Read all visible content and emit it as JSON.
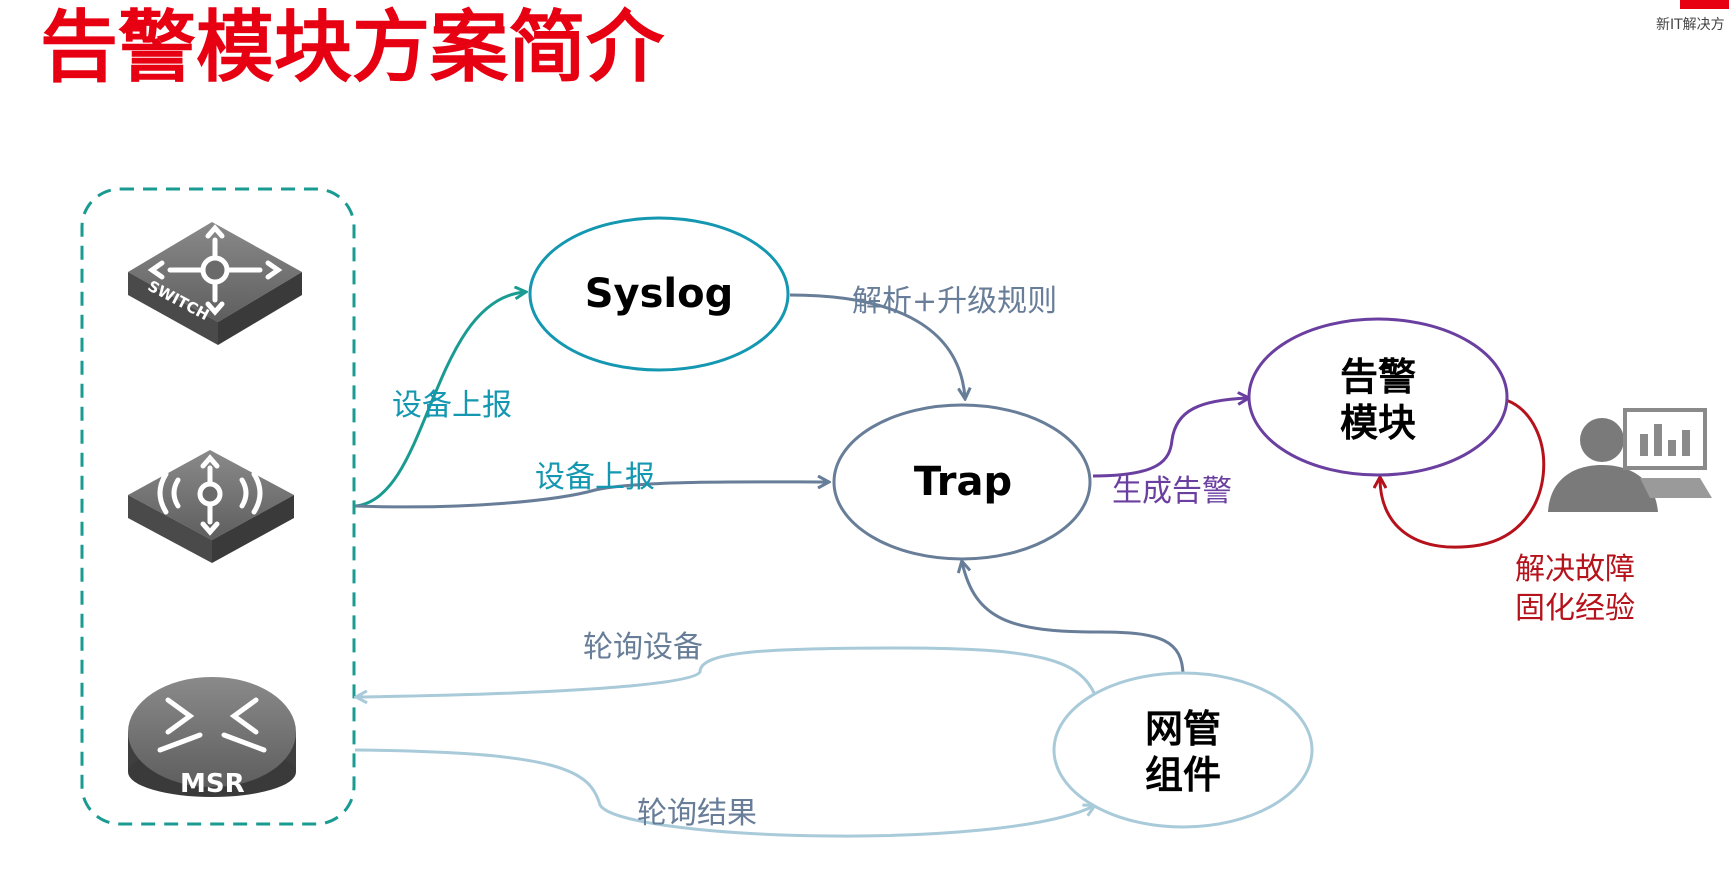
{
  "title": "告警模块方案简介",
  "logo": {
    "tagline": "新IT解决方"
  },
  "nodes": {
    "syslog": "Syslog",
    "trap": "Trap",
    "alarm_line1": "告警",
    "alarm_line2": "模块",
    "nms_line1": "网管",
    "nms_line2": "组件"
  },
  "devices": {
    "switch_label": "SWITCH",
    "router_label": "MSR"
  },
  "edges": {
    "report_to_syslog": "设备上报",
    "report_to_trap": "设备上报",
    "parse_rules": "解析+升级规则",
    "generate_alarm": "生成告警",
    "resolve_line1": "解决故障",
    "resolve_line2": "固化经验",
    "poll_devices": "轮询设备",
    "poll_results": "轮询结果"
  },
  "colors": {
    "title_red": "#e60012",
    "device_box": "#1a9b92",
    "syslog": "#1497b0",
    "trap": "#677d98",
    "alarm": "#6a3fa0",
    "resolve": "#b5121b",
    "nms": "#a9cad9"
  }
}
